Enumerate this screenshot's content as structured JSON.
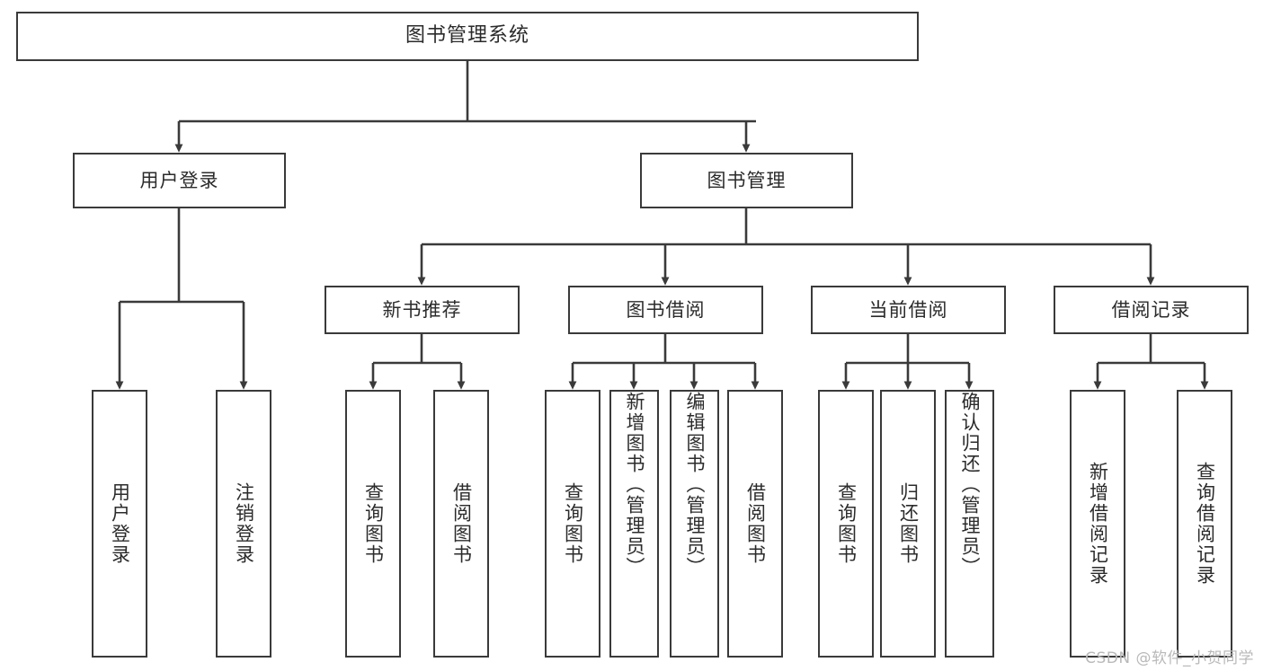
{
  "diagram": {
    "title": "图书管理系统",
    "type": "tree-hierarchy-diagram",
    "colors": {
      "box_border": "#3a3a3a",
      "box_fill": "#ffffff",
      "edge": "#3a3a3a",
      "text": "#2b2b2b",
      "watermark": "#b9b9b9",
      "background": "#ffffff"
    },
    "levels": {
      "root": "图书管理系统",
      "level2": [
        "用户登录",
        "图书管理"
      ],
      "level3": [
        "新书推荐",
        "图书借阅",
        "当前借阅",
        "借阅记录"
      ]
    },
    "nodes": {
      "root": {
        "label": "图书管理系统"
      },
      "user_login": {
        "label": "用户登录"
      },
      "book_manage": {
        "label": "图书管理"
      },
      "new_book_rec": {
        "label": "新书推荐"
      },
      "book_borrow": {
        "label": "图书借阅"
      },
      "current_borrow": {
        "label": "当前借阅"
      },
      "borrow_record": {
        "label": "借阅记录"
      },
      "leaf_user_login": {
        "label": "用户登录"
      },
      "leaf_logout": {
        "label": "注销登录"
      },
      "leaf_query_book_1": {
        "label": "查询图书"
      },
      "leaf_borrow_book_1": {
        "label": "借阅图书"
      },
      "leaf_query_book_2": {
        "label": "查询图书"
      },
      "leaf_add_book_admin": {
        "label": "新增图书（管理员）"
      },
      "leaf_edit_book_admin": {
        "label": "编辑图书（管理员）"
      },
      "leaf_borrow_book_2": {
        "label": "借阅图书"
      },
      "leaf_query_book_3": {
        "label": "查询图书"
      },
      "leaf_return_book": {
        "label": "归还图书"
      },
      "leaf_confirm_return_admin": {
        "label": "确认归还（管理员）"
      },
      "leaf_add_record": {
        "label": "新增借阅记录"
      },
      "leaf_query_record": {
        "label": "查询借阅记录"
      }
    },
    "edges": [
      {
        "from": "root",
        "to": "用户登录"
      },
      {
        "from": "root",
        "to": "图书管理"
      },
      {
        "from": "用户登录",
        "to": "用户登录(叶)"
      },
      {
        "from": "用户登录",
        "to": "注销登录"
      },
      {
        "from": "图书管理",
        "to": "新书推荐"
      },
      {
        "from": "图书管理",
        "to": "图书借阅"
      },
      {
        "from": "图书管理",
        "to": "当前借阅"
      },
      {
        "from": "图书管理",
        "to": "借阅记录"
      },
      {
        "from": "新书推荐",
        "to": "查询图书"
      },
      {
        "from": "新书推荐",
        "to": "借阅图书"
      },
      {
        "from": "图书借阅",
        "to": "查询图书"
      },
      {
        "from": "图书借阅",
        "to": "新增图书（管理员）"
      },
      {
        "from": "图书借阅",
        "to": "编辑图书（管理员）"
      },
      {
        "from": "图书借阅",
        "to": "借阅图书"
      },
      {
        "from": "当前借阅",
        "to": "查询图书"
      },
      {
        "from": "当前借阅",
        "to": "归还图书"
      },
      {
        "from": "当前借阅",
        "to": "确认归还（管理员）"
      },
      {
        "from": "借阅记录",
        "to": "新增借阅记录"
      },
      {
        "from": "借阅记录",
        "to": "查询借阅记录"
      }
    ]
  },
  "watermark": {
    "text": "CSDN @软件_小贺同学"
  }
}
